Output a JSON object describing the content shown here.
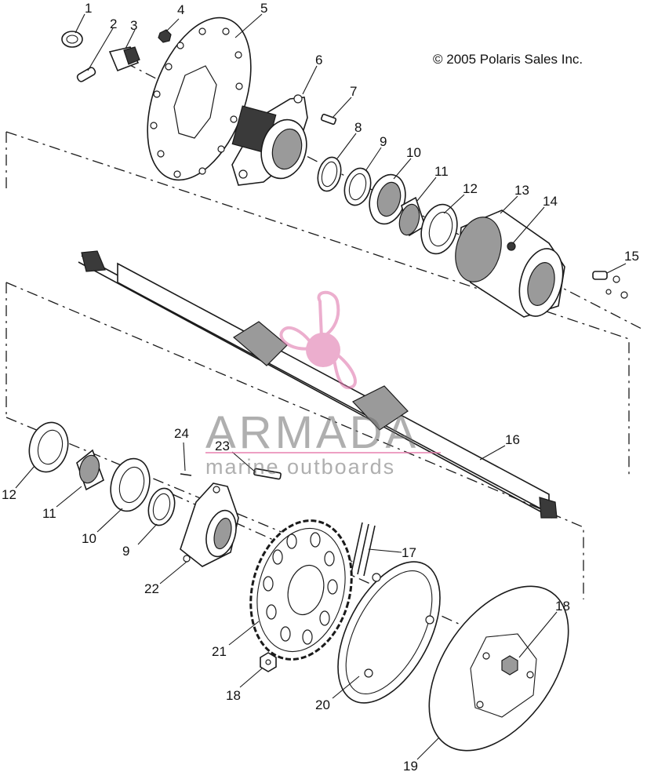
{
  "copyright": "© 2005 Polaris Sales Inc.",
  "watermark": {
    "title": "ARMADA",
    "subtitle": "marine outboards",
    "accent_color": "#e07aae"
  },
  "callouts": [
    "1",
    "2",
    "3",
    "4",
    "5",
    "6",
    "7",
    "8",
    "9",
    "10",
    "11",
    "12",
    "13",
    "14",
    "15",
    "16",
    "12",
    "11",
    "10",
    "9",
    "24",
    "23",
    "17",
    "22",
    "21",
    "18",
    "20",
    "18",
    "19"
  ]
}
